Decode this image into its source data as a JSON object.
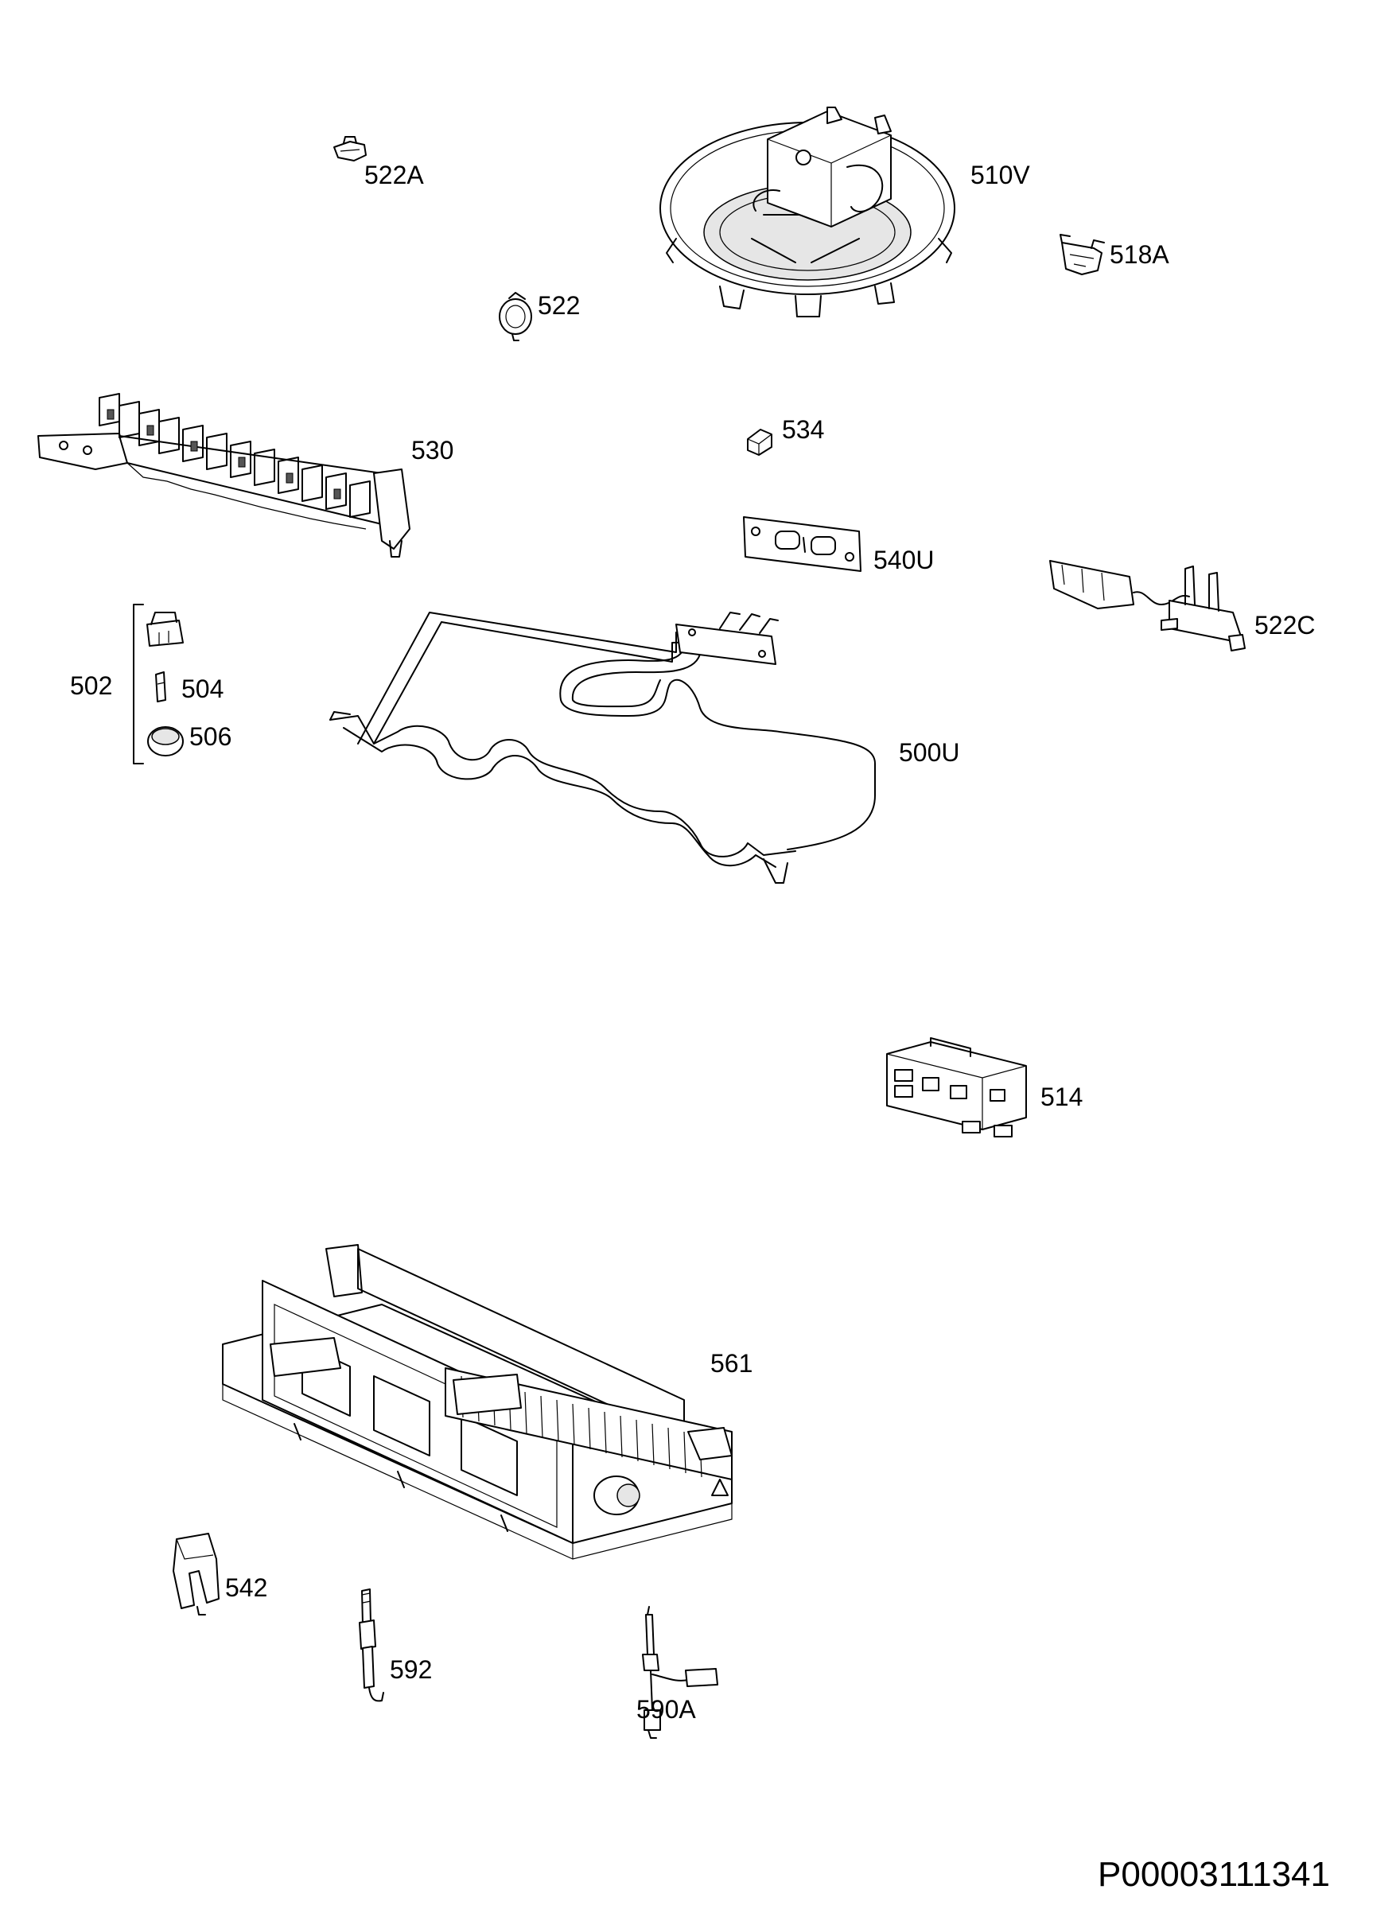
{
  "parts": {
    "p522A": "522A",
    "p510V": "510V",
    "p518A": "518A",
    "p522": "522",
    "p530": "530",
    "p534": "534",
    "p540U": "540U",
    "p522C": "522C",
    "p502": "502",
    "p504": "504",
    "p506": "506",
    "p500U": "500U",
    "p514": "514",
    "p561": "561",
    "p542": "542",
    "p592": "592",
    "p590A": "590A"
  },
  "document_number": "P00003111341"
}
